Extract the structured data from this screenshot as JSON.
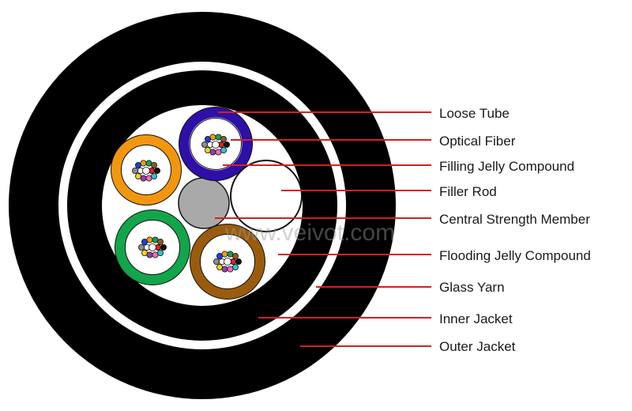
{
  "watermark": "www.veivot.com",
  "colors": {
    "jacket": "#000000",
    "glass_yarn": "#ffffff",
    "leader_line": "#d61f1f",
    "strength_member": "#a9a9a9",
    "tube_blue": "#2e0fa8",
    "tube_orange": "#f3960f",
    "tube_green": "#13a54a",
    "tube_brown": "#9a5c0c",
    "fiber_colors": [
      "#1c3fd6",
      "#f39c12",
      "#1aa14a",
      "#8b5a2b",
      "#8c8c8c",
      "#ffffff",
      "#e02020",
      "#111111",
      "#f1d21b",
      "#8e3fb5",
      "#ff69b4",
      "#27c3d8"
    ]
  },
  "cable": {
    "loose_tubes": [
      {
        "name": "blue",
        "color_key": "tube_blue"
      },
      {
        "name": "orange",
        "color_key": "tube_orange"
      },
      {
        "name": "green",
        "color_key": "tube_green"
      },
      {
        "name": "brown",
        "color_key": "tube_brown"
      }
    ],
    "fibers_per_tube": 12
  },
  "labels": [
    {
      "id": "loose-tube",
      "text": "Loose Tube"
    },
    {
      "id": "optical-fiber",
      "text": "Optical Fiber"
    },
    {
      "id": "filling-jelly-compound",
      "text": "Filling Jelly Compound"
    },
    {
      "id": "filler-rod",
      "text": "Filler Rod"
    },
    {
      "id": "central-strength-member",
      "text": "Central Strength Member"
    },
    {
      "id": "flooding-jelly-compound",
      "text": "Flooding Jelly Compound"
    },
    {
      "id": "glass-yarn",
      "text": "Glass Yarn"
    },
    {
      "id": "inner-jacket",
      "text": "Inner Jacket"
    },
    {
      "id": "outer-jacket",
      "text": "Outer Jacket"
    }
  ]
}
